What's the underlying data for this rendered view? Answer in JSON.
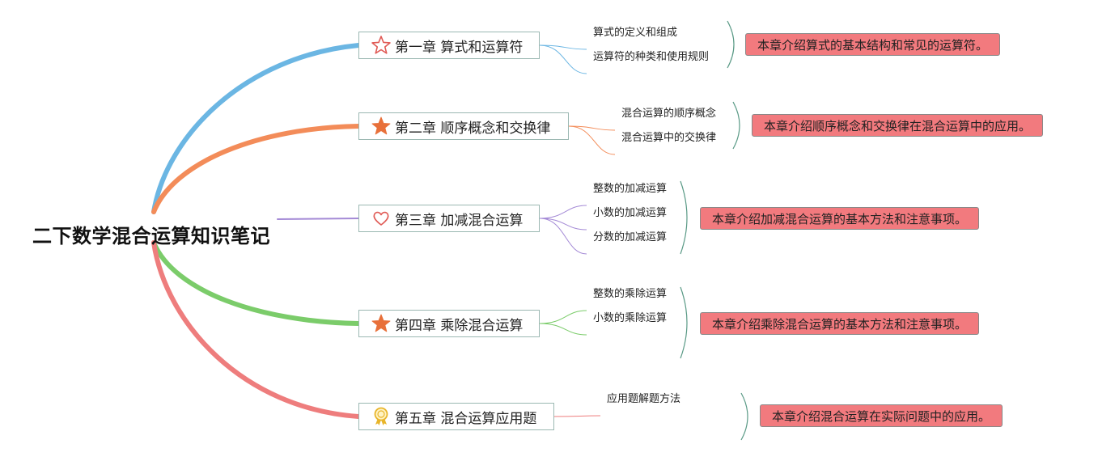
{
  "title": "二下数学混合运算知识笔记",
  "colors": {
    "branch_1": "#6bb6e3",
    "branch_2": "#f38c59",
    "branch_3": "#a48ad6",
    "branch_4": "#7bcc6a",
    "branch_5": "#ee7d7d",
    "note_fill": "#f27a7e",
    "icon_orange": "#e8703a",
    "icon_red": "#e05a55"
  },
  "chapters": [
    {
      "label": "第一章 算式和运算符",
      "icon": "star-outline-icon",
      "topics": [
        "算式的定义和组成",
        "运算符的种类和使用规则"
      ],
      "summary": "本章介绍算式的基本结构和常见的运算符。"
    },
    {
      "label": "第二章 顺序概念和交换律",
      "icon": "star-filled-icon",
      "topics": [
        "混合运算的顺序概念",
        "混合运算中的交换律"
      ],
      "summary": "本章介绍顺序概念和交换律在混合运算中的应用。"
    },
    {
      "label": "第三章 加减混合运算",
      "icon": "heart-outline-icon",
      "topics": [
        "整数的加减运算",
        "小数的加减运算",
        "分数的加减运算"
      ],
      "summary": "本章介绍加减混合运算的基本方法和注意事项。"
    },
    {
      "label": "第四章 乘除混合运算",
      "icon": "star-filled-icon",
      "topics": [
        "整数的乘除运算",
        "小数的乘除运算"
      ],
      "summary": "本章介绍乘除混合运算的基本方法和注意事项。"
    },
    {
      "label": "第五章 混合运算应用题",
      "icon": "medal-icon",
      "topics": [
        "应用题解题方法"
      ],
      "summary": "本章介绍混合运算在实际问题中的应用。"
    }
  ]
}
